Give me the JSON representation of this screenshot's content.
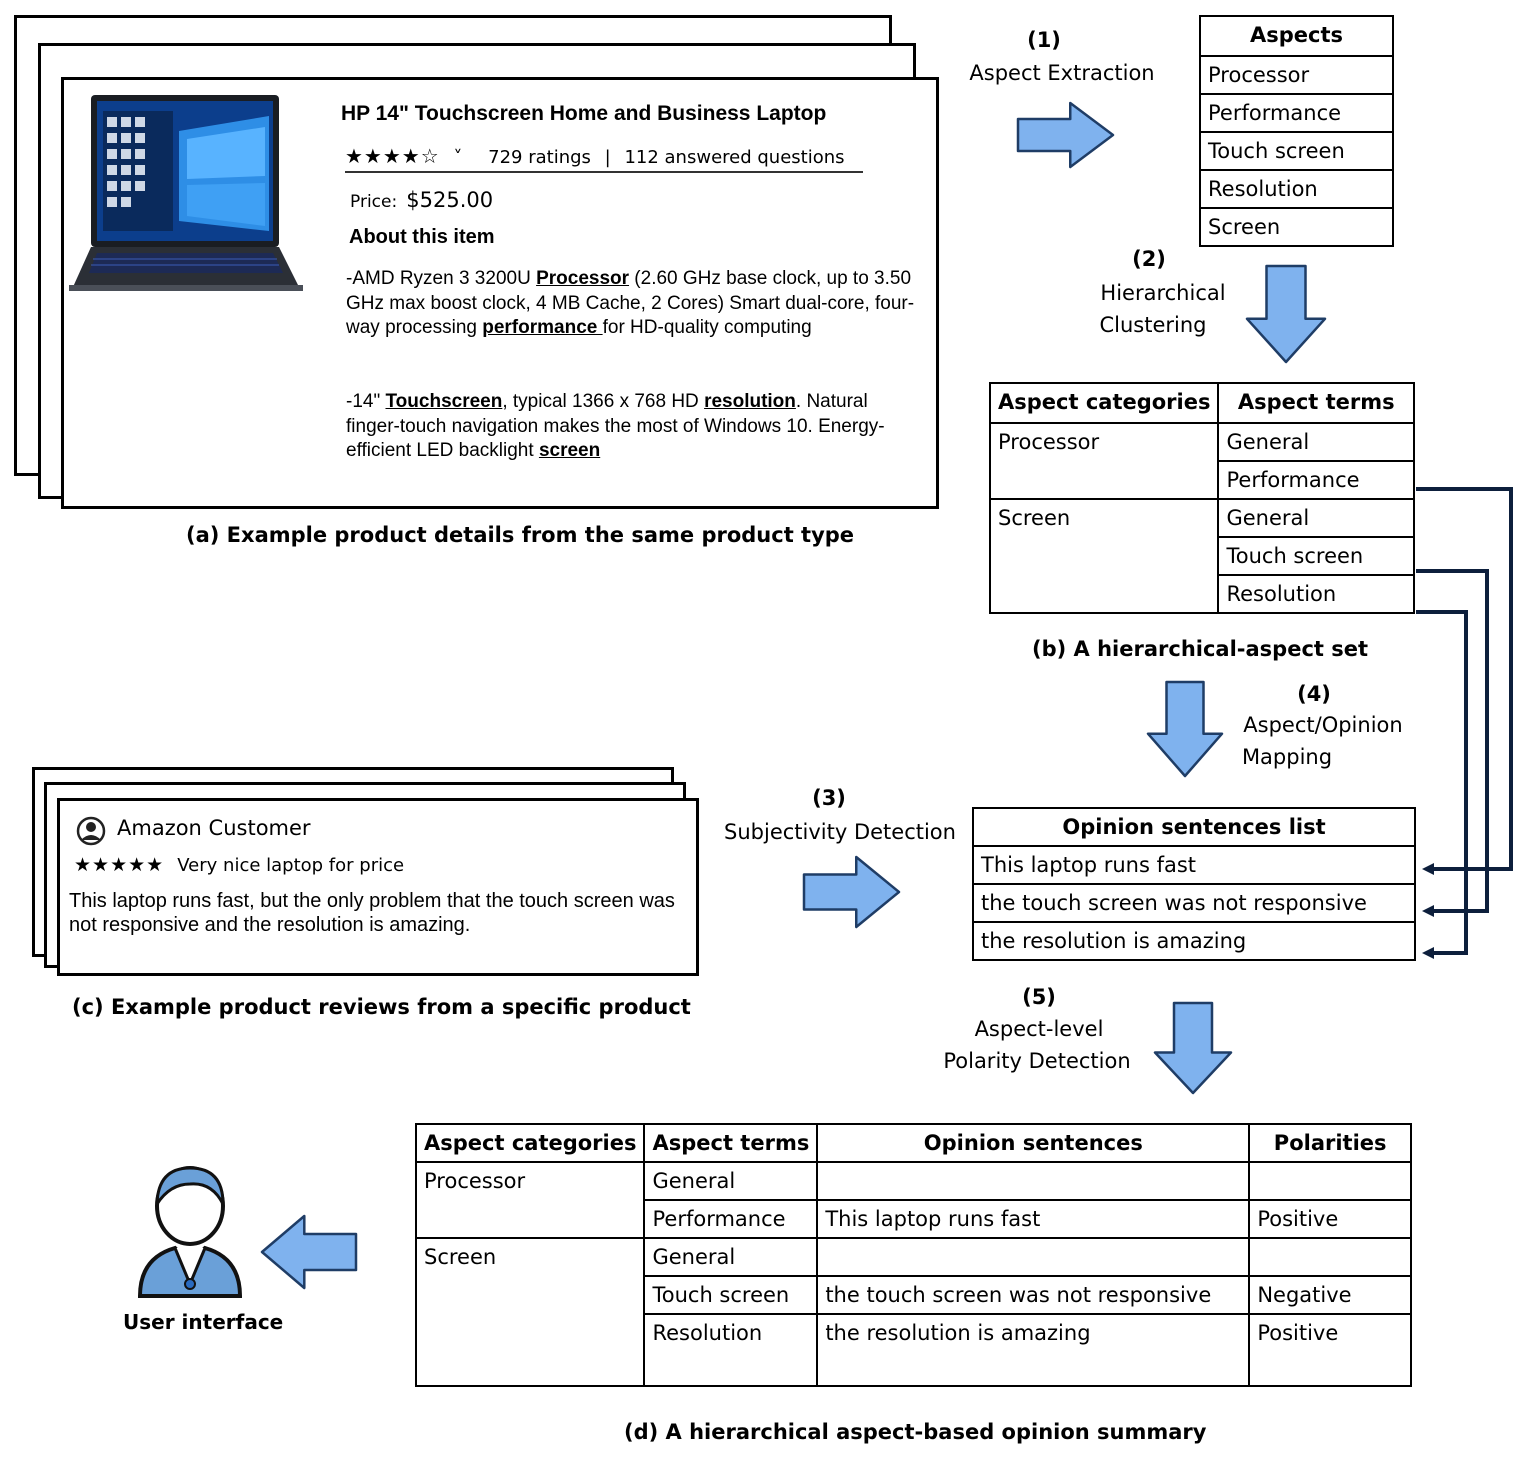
{
  "product": {
    "title": "HP 14\" Touchscreen Home and Business Laptop",
    "stars": "★★★★☆",
    "chevron": "˅",
    "ratings": "729 ratings",
    "separator": "|",
    "answered": "112 answered questions",
    "price_label": "Price:",
    "price": "$525.00",
    "about": "About this item",
    "p1": [
      {
        "t": "-AMD Ryzen 3 3200U "
      },
      {
        "t": "Processor",
        "u": true
      },
      {
        "t": " (2.60 GHz base clock, up to 3.50 GHz max boost clock, 4 MB Cache, 2 Cores) Smart dual-core, four-way processing "
      },
      {
        "t": "performance ",
        "u": true
      },
      {
        "t": "for HD-quality computing"
      }
    ],
    "p2": [
      {
        "t": "-14\" "
      },
      {
        "t": "Touchscreen",
        "u": true
      },
      {
        "t": ", typical 1366 x 768 HD "
      },
      {
        "t": "resolution",
        "u": true
      },
      {
        "t": ". Natural finger-touch navigation makes the most of Windows 10. Energy-efficient LED backlight "
      },
      {
        "t": "screen",
        "u": true
      }
    ],
    "caption": "(a) Example product details from the same product type"
  },
  "steps": {
    "s1_num": "(1)",
    "s1_text": "Aspect Extraction",
    "s2_num": "(2)",
    "s2_line1": "Hierarchical",
    "s2_line2": "Clustering",
    "s3_num": "(3)",
    "s3_text": "Subjectivity Detection",
    "s4_num": "(4)",
    "s4_line1": "Aspect/Opinion",
    "s4_line2": "Mapping",
    "s5_num": "(5)",
    "s5_line1": "Aspect-level",
    "s5_line2": "Polarity Detection"
  },
  "aspects": {
    "header": "Aspects",
    "items": [
      "Processor",
      "Performance",
      "Touch screen",
      "Resolution",
      "Screen"
    ]
  },
  "hier_set": {
    "col1": "Aspect categories",
    "col2": "Aspect terms",
    "cat_processor": "Processor",
    "cat_screen": "Screen",
    "terms": [
      "General",
      "Performance",
      "General",
      "Touch screen",
      "Resolution"
    ],
    "caption": "(b) A hierarchical-aspect set"
  },
  "review": {
    "customer": "Amazon Customer",
    "stars": "★★★★★",
    "headline": "Very nice laptop for price",
    "body": "This laptop runs fast, but the only problem that the touch screen was not responsive and the resolution is amazing.",
    "caption": "(c) Example product reviews from a specific product"
  },
  "opinions": {
    "header": "Opinion sentences list",
    "items": [
      "This laptop runs fast",
      "the touch screen was not responsive",
      "the resolution is amazing"
    ]
  },
  "summary": {
    "headers": [
      "Aspect categories",
      "Aspect terms",
      "Opinion sentences",
      "Polarities"
    ],
    "cat_processor": "Processor",
    "cat_screen": "Screen",
    "rows": [
      {
        "term": "General",
        "sentence": "",
        "polarity": ""
      },
      {
        "term": "Performance",
        "sentence": "This laptop runs fast",
        "polarity": "Positive"
      },
      {
        "term": "General",
        "sentence": "",
        "polarity": ""
      },
      {
        "term": "Touch screen",
        "sentence": "the touch screen was not responsive",
        "polarity": "Negative"
      },
      {
        "term": "Resolution",
        "sentence": "the resolution is amazing",
        "polarity": "Positive"
      }
    ],
    "caption": "(d) A hierarchical aspect-based opinion summary"
  },
  "user": {
    "label": "User interface"
  },
  "colors": {
    "arrow_fill": "#7fb2ee",
    "arrow_stroke": "#1f3d66",
    "connector": "#0d1f3c",
    "avatar": "#6aa0d8"
  }
}
